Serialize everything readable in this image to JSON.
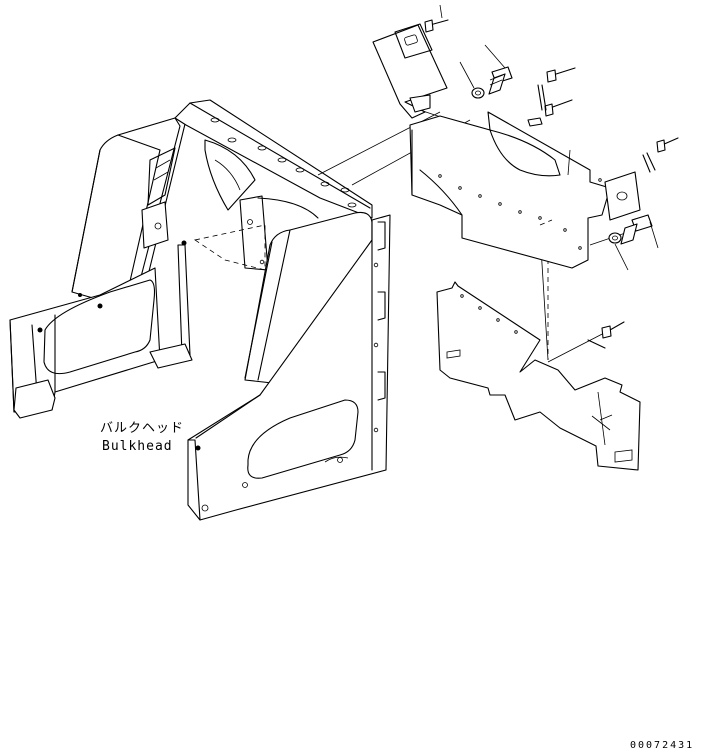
{
  "labels": {
    "name_jp": "バルクヘッド",
    "name_en": "Bulkhead",
    "drawing_code": "00072431"
  }
}
